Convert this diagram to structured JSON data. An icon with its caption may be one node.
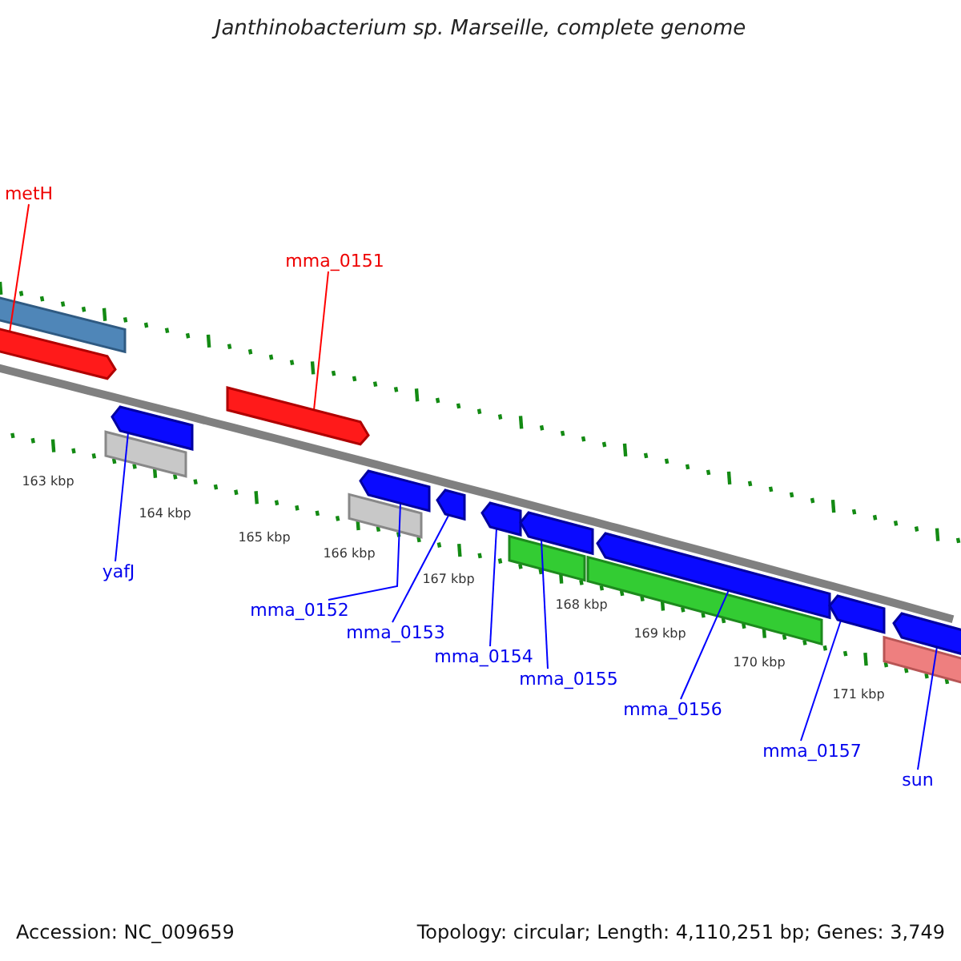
{
  "diagram": {
    "title": "Janthinobacterium sp. Marseille, complete genome",
    "nodes": [
      {
        "text": [
          "metH"
        ]
      },
      {
        "text": [],
        "shape": "bar"
      },
      {
        "text": [
          "mma_0151"
        ]
      },
      {
        "text": [],
        "shape": "bar"
      },
      {
        "text": [
          "yafJ"
        ]
      },
      {
        "text": [],
        "shape": "bar"
      },
      {
        "text": [
          "mma_0152"
        ]
      },
      {
        "text": [],
        "shape": "bar"
      },
      {
        "text": [
          "mma_0153"
        ]
      },
      {
        "text": [],
        "shape": "bar"
      },
      {
        "text": [
          "mma_0154"
        ]
      },
      {
        "text": [],
        "shape": "bar"
      },
      {
        "text": [
          "mma_0155"
        ]
      },
      {
        "text": [],
        "shape": "bar"
      },
      {
        "text": [
          "mma_0156"
        ]
      },
      {
        "text": [],
        "shape": "bar"
      },
      {
        "text": [
          "mma_0157"
        ]
      },
      {
        "text": [],
        "shape": "bar"
      },
      {
        "text": [
          "sun"
        ]
      },
      {
        "text": [],
        "shape": "bar"
      }
    ],
    "edges": [
      {
        "from": 0,
        "to": 1,
        "arrow": "none",
        "color": "#ff0000"
      },
      {
        "from": 2,
        "to": 3,
        "arrow": "none",
        "color": "#ff0000"
      },
      {
        "from": 4,
        "to": 5,
        "arrow": "none"
      },
      {
        "from": 6,
        "to": 7,
        "arrow": "none"
      },
      {
        "from": 8,
        "to": 9,
        "arrow": "none"
      },
      {
        "from": 10,
        "to": 11,
        "arrow": "none"
      },
      {
        "from": 12,
        "to": 13,
        "arrow": "none"
      },
      {
        "from": 14,
        "to": 15,
        "arrow": "none"
      },
      {
        "from": 16,
        "to": 17,
        "arrow": "none"
      },
      {
        "from": 18,
        "to": 19,
        "arrow": "none"
      }
    ],
    "labels": [
      "163 kbp",
      "164 kbp",
      "165 kbp",
      "166 kbp",
      "167 kbp",
      "168 kbp",
      "169 kbp",
      "170 kbp",
      "171 kbp",
      "Accession: NC_009659",
      "Topology: circular; Length: 4,110,251 bp; Genes: 3,749"
    ]
  }
}
